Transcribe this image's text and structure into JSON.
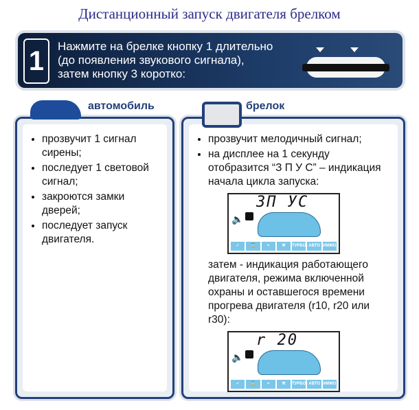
{
  "title": "Дистанционный запуск двигателя брелком",
  "step": {
    "number": "1",
    "lines": [
      "Нажмите на брелке кнопку 1 длительно",
      "(до появления звукового сигнала),",
      "затем  кнопку 3 коротко:"
    ]
  },
  "car_panel": {
    "heading": "автомобиль",
    "items": [
      "прозвучит 1 сигнал сирены;",
      "последует 1 световой сигнал;",
      "закроются замки дверей;",
      "последует запуск двигателя."
    ]
  },
  "fob_panel": {
    "heading": "брелок",
    "items": [
      "прозвучит мелодичный сигнал;",
      "на дисплее на 1 секунду отобразится “З П У С” –  индикация начала цикла запуска:"
    ],
    "display1": "ЗП УС",
    "middle_text": "затем - индикация работающего двигателя, режима включенной охраны и оставшегося времени прогрева двигателя (r10, r20 или r30):",
    "display2": "r 20",
    "icon_labels": [
      "ТУРБО",
      "АВТО",
      "ИММО"
    ]
  }
}
